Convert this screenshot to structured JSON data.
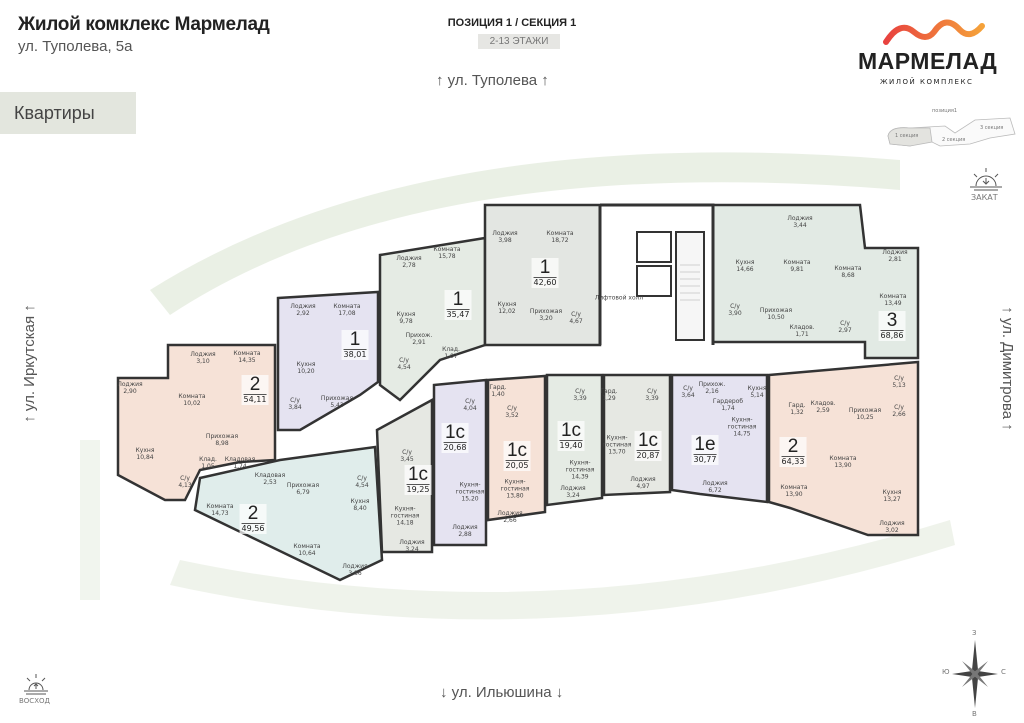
{
  "header": {
    "title": "Жилой комклекс Мармелад",
    "address": "ул. Туполева, 5а",
    "position": "ПОЗИЦИЯ 1 / СЕКЦИЯ 1",
    "floors": "2-13 ЭТАЖИ"
  },
  "tab_label": "Квартиры",
  "logo": {
    "name": "МАРМЕЛАД",
    "subtitle": "ЖИЛОЙ КОМПЛЕКС",
    "colors": [
      "#e8423f",
      "#f5a23a"
    ]
  },
  "streets": {
    "top": "ул. Туполева",
    "bottom": "ул. Ильюшина",
    "left": "ул. Иркутская",
    "right": "ул. Димитрова"
  },
  "minimap": {
    "title": "позиция1",
    "sections": [
      "1 секция",
      "2 секция",
      "3 секция"
    ]
  },
  "sun": {
    "sunset": "ЗАКАТ",
    "sunrise": "ВОСХОД"
  },
  "compass": {
    "north": "З",
    "south": "В",
    "west": "Ю",
    "east": "С"
  },
  "lift_hall": "Лифтовой холл",
  "apartments": [
    {
      "rooms_count": "2",
      "area": "54,11",
      "color": "#f6e2d7",
      "rooms": [
        {
          "name": "Лоджия",
          "area": "3,10"
        },
        {
          "name": "Комната",
          "area": "14,35"
        },
        {
          "name": "Комната",
          "area": "10,02"
        },
        {
          "name": "Прихожая",
          "area": "8,98"
        },
        {
          "name": "Кладовая",
          "area": "1,74"
        },
        {
          "name": "Лоджия",
          "area": "2,90"
        },
        {
          "name": "Кухня",
          "area": "10,84"
        },
        {
          "name": "Клад.",
          "area": "1,05"
        },
        {
          "name": "С/у",
          "area": "4,13"
        }
      ]
    },
    {
      "rooms_count": "1",
      "area": "38,01",
      "color": "#e5e3f1",
      "rooms": [
        {
          "name": "Лоджия",
          "area": "2,92"
        },
        {
          "name": "Комната",
          "area": "17,08"
        },
        {
          "name": "Кухня",
          "area": "10,20"
        },
        {
          "name": "С/у",
          "area": "3,84"
        },
        {
          "name": "Прихожая",
          "area": "5,43"
        }
      ]
    },
    {
      "rooms_count": "1",
      "area": "35,47",
      "color": "#e5ebe4",
      "rooms": [
        {
          "name": "Лоджия",
          "area": "2,78"
        },
        {
          "name": "Комната",
          "area": "15,78"
        },
        {
          "name": "Кухня",
          "area": "9,78"
        },
        {
          "name": "Прихож.",
          "area": "2,91"
        },
        {
          "name": "С/у",
          "area": "4,54"
        },
        {
          "name": "Клад.",
          "area": "1,07"
        }
      ]
    },
    {
      "rooms_count": "1",
      "area": "42,60",
      "color": "#e3e6e2",
      "rooms": [
        {
          "name": "Лоджия",
          "area": "3,98"
        },
        {
          "name": "Комната",
          "area": "18,72"
        },
        {
          "name": "Кухня",
          "area": "12,02"
        },
        {
          "name": "Прихожая",
          "area": "3,20"
        },
        {
          "name": "С/у",
          "area": "4,67"
        }
      ]
    },
    {
      "rooms_count": "3",
      "area": "68,86",
      "color": "#e2eae4",
      "rooms": [
        {
          "name": "Лоджия",
          "area": "3,44"
        },
        {
          "name": "Кухня",
          "area": "14,66"
        },
        {
          "name": "Комната",
          "area": "9,81"
        },
        {
          "name": "Комната",
          "area": "8,68"
        },
        {
          "name": "Лоджия",
          "area": "2,81"
        },
        {
          "name": "Комната",
          "area": "13,49"
        },
        {
          "name": "С/у",
          "area": "3,90"
        },
        {
          "name": "Прихожая",
          "area": "10,50"
        },
        {
          "name": "Кладов.",
          "area": "1,71"
        },
        {
          "name": "С/у",
          "area": "2,97"
        }
      ]
    },
    {
      "rooms_count": "2",
      "area": "49,56",
      "color": "#e0edeb",
      "rooms": [
        {
          "name": "Кладовая",
          "area": "2,53"
        },
        {
          "name": "Прихожая",
          "area": "6,79"
        },
        {
          "name": "С/у",
          "area": "4,54"
        },
        {
          "name": "Комната",
          "area": "14,73"
        },
        {
          "name": "Кухня",
          "area": "8,40"
        },
        {
          "name": "Комната",
          "area": "10,64"
        },
        {
          "name": "Лоджия",
          "area": "3,86"
        }
      ]
    },
    {
      "rooms_count": "1с",
      "area": "19,25",
      "color": "#e6e8e3",
      "rooms": [
        {
          "name": "С/у",
          "area": "3,45"
        },
        {
          "name": "Кухня-гостиная",
          "area": "14,18"
        },
        {
          "name": "Лоджия",
          "area": "3,24"
        }
      ]
    },
    {
      "rooms_count": "1с",
      "area": "20,68",
      "color": "#e5e3f1",
      "rooms": [
        {
          "name": "С/у",
          "area": "4,04"
        },
        {
          "name": "Кухня-гостиная",
          "area": "15,20"
        },
        {
          "name": "Лоджия",
          "area": "2,88"
        }
      ]
    },
    {
      "rooms_count": "1с",
      "area": "20,05",
      "color": "#f6e2d7",
      "rooms": [
        {
          "name": "Гард.",
          "area": "1,40"
        },
        {
          "name": "С/у",
          "area": "3,52"
        },
        {
          "name": "Кухня-гостиная",
          "area": "13,80"
        },
        {
          "name": "Лоджия",
          "area": "2,66"
        }
      ]
    },
    {
      "rooms_count": "1с",
      "area": "19,40",
      "color": "#e5ebe4",
      "rooms": [
        {
          "name": "С/у",
          "area": "3,39"
        },
        {
          "name": "Кухня-гостиная",
          "area": "14,39"
        },
        {
          "name": "Лоджия",
          "area": "3,24"
        }
      ]
    },
    {
      "rooms_count": "1с",
      "area": "20,87",
      "color": "#e6e8e3",
      "rooms": [
        {
          "name": "Гард.",
          "area": "1,29"
        },
        {
          "name": "С/у",
          "area": "3,39"
        },
        {
          "name": "Кухня-гостиная",
          "area": "13,70"
        },
        {
          "name": "Лоджия",
          "area": "4,97"
        }
      ]
    },
    {
      "rooms_count": "1е",
      "area": "30,77",
      "color": "#e5e3f1",
      "rooms": [
        {
          "name": "С/у",
          "area": "3,64"
        },
        {
          "name": "Прихож.",
          "area": "2,16"
        },
        {
          "name": "Гардероб",
          "area": "1,74"
        },
        {
          "name": "Кухня",
          "area": "5,14"
        },
        {
          "name": "Кухня-гостиная",
          "area": "14,75"
        },
        {
          "name": "Лоджия",
          "area": "6,72"
        }
      ]
    },
    {
      "rooms_count": "2",
      "area": "64,33",
      "color": "#f6e2d7",
      "rooms": [
        {
          "name": "Гард.",
          "area": "1,32"
        },
        {
          "name": "Кладов.",
          "area": "2,59"
        },
        {
          "name": "Прихожая",
          "area": "10,25"
        },
        {
          "name": "С/у",
          "area": "5,13"
        },
        {
          "name": "С/у",
          "area": "2,66"
        },
        {
          "name": "Комната",
          "area": "13,90"
        },
        {
          "name": "Комната",
          "area": "13,90"
        },
        {
          "name": "Кухня",
          "area": "13,27"
        },
        {
          "name": "Лоджия",
          "area": "3,02"
        }
      ]
    }
  ]
}
